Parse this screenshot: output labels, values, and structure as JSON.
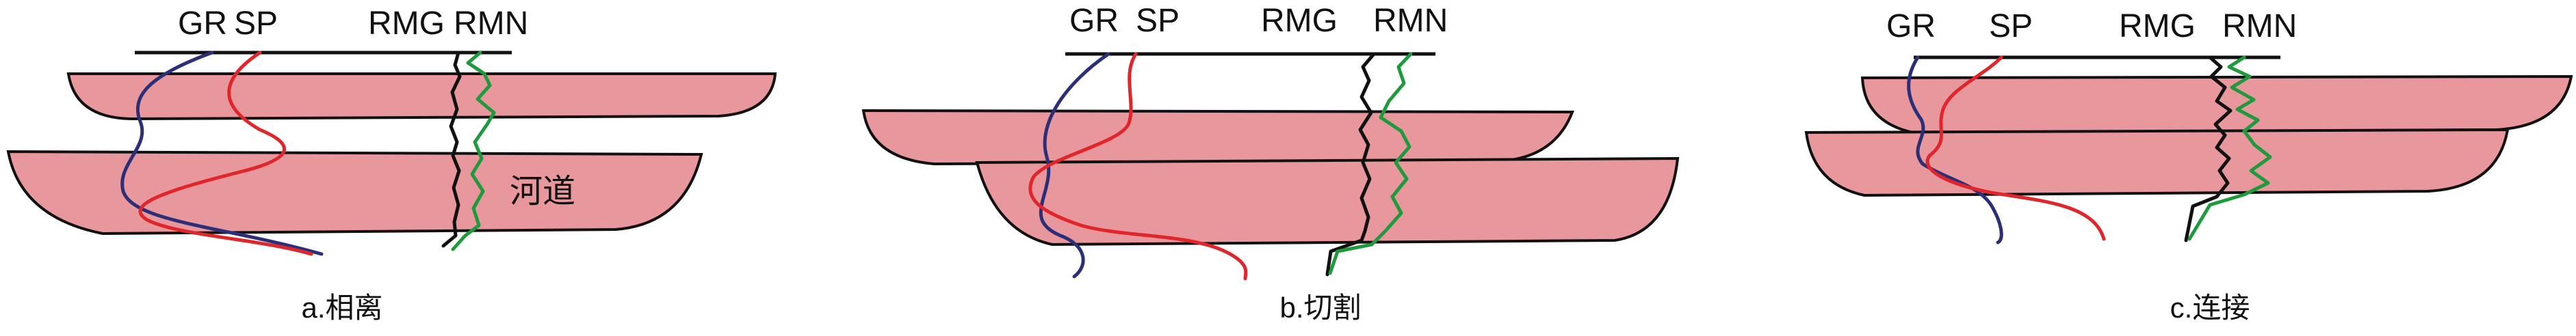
{
  "colors": {
    "channel_fill": "#e8979d",
    "outline": "#111111",
    "gr": "#2b2f78",
    "sp": "#e0262b",
    "rmg": "#111111",
    "rmn": "#1e9a3c"
  },
  "panels": [
    {
      "curve_labels": {
        "gr": "GR",
        "sp": "SP",
        "rmg": "RMG",
        "rmn": "RMN"
      },
      "channel_label": "河道",
      "caption": "a.相离"
    },
    {
      "curve_labels": {
        "gr": "GR",
        "sp": "SP",
        "rmg": "RMG",
        "rmn": "RMN"
      },
      "caption": "b.切割"
    },
    {
      "curve_labels": {
        "gr": "GR",
        "sp": "SP",
        "rmg": "RMG",
        "rmn": "RMN"
      },
      "caption": "c.连接"
    }
  ]
}
